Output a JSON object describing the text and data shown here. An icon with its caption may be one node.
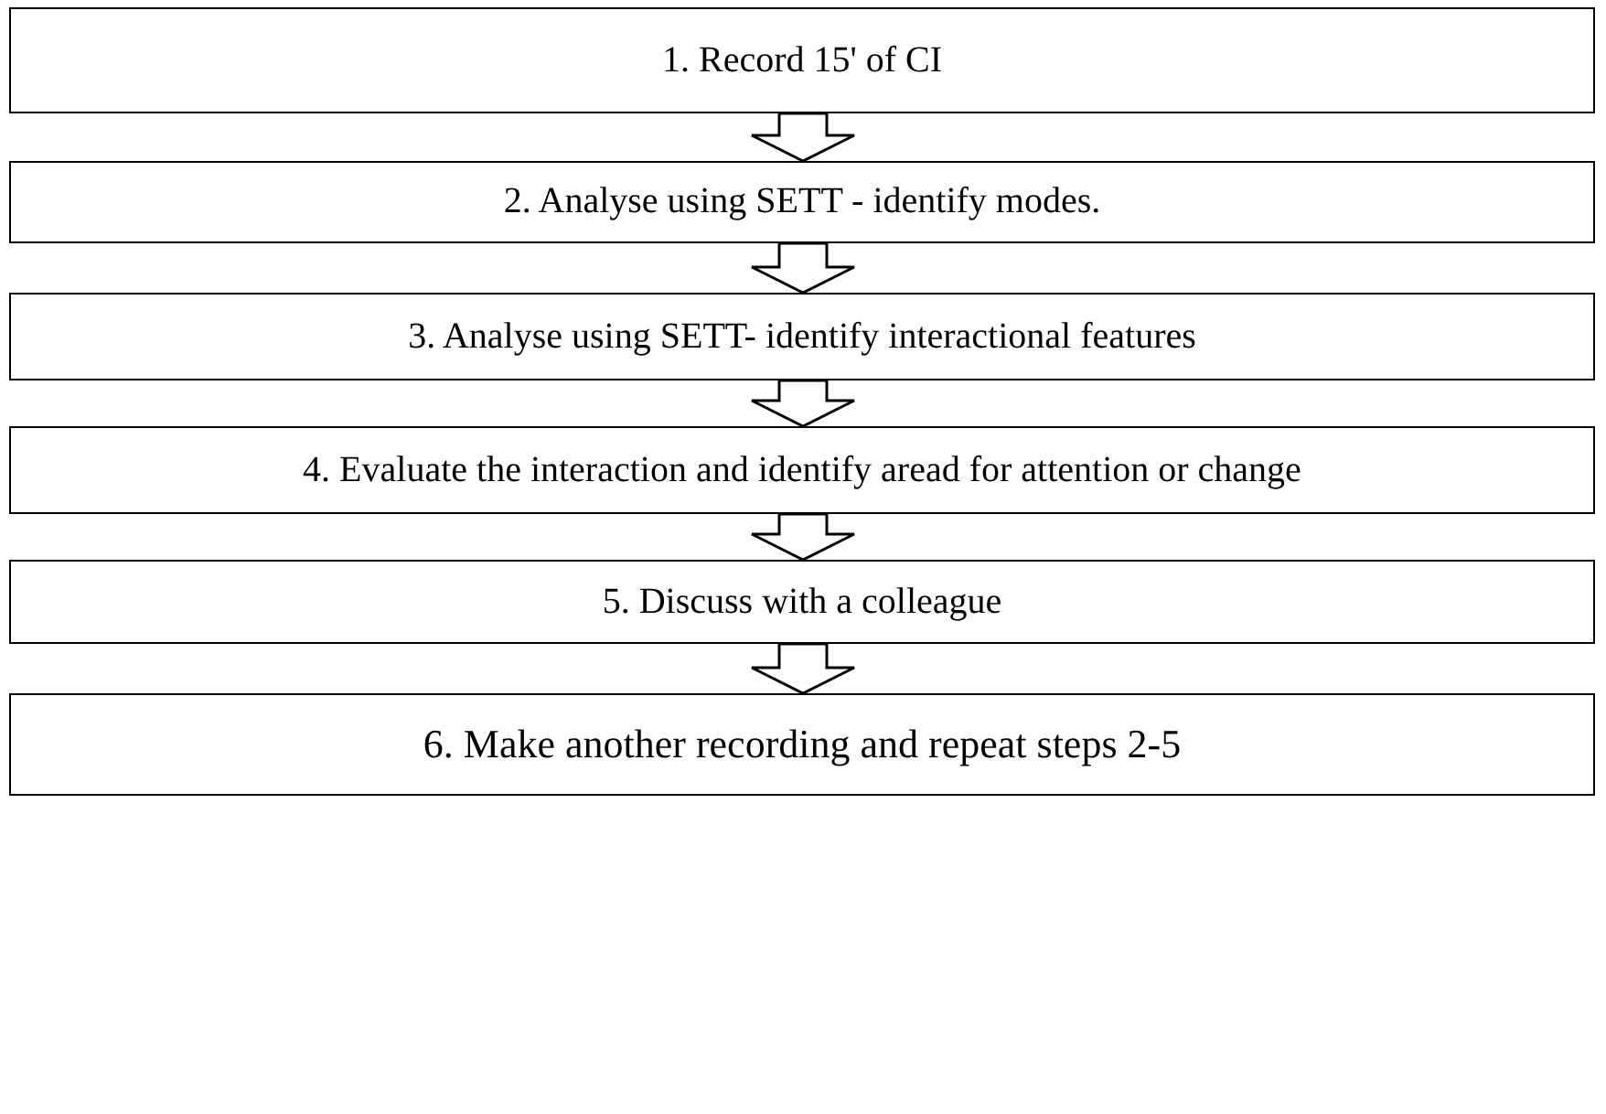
{
  "diagram": {
    "nodes": [
      {
        "text": [
          "1. Record 15' of CI"
        ]
      },
      {
        "text": [
          "2. Analyse using SETT - identify modes."
        ]
      },
      {
        "text": [
          "3. Analyse using SETT- identify interactional features"
        ]
      },
      {
        "text": [
          "4. Evaluate the interaction and identify aread for attention or change"
        ]
      },
      {
        "text": [
          "5. Discuss with a colleague"
        ]
      },
      {
        "text": [
          "6. Make another recording and repeat steps 2-5"
        ]
      }
    ],
    "edges": [
      {
        "from": 0,
        "to": 1,
        "arrow": "to"
      },
      {
        "from": 1,
        "to": 2,
        "arrow": "to"
      },
      {
        "from": 2,
        "to": 3,
        "arrow": "to"
      },
      {
        "from": 3,
        "to": 4,
        "arrow": "to"
      },
      {
        "from": 4,
        "to": 5,
        "arrow": "to"
      }
    ]
  }
}
